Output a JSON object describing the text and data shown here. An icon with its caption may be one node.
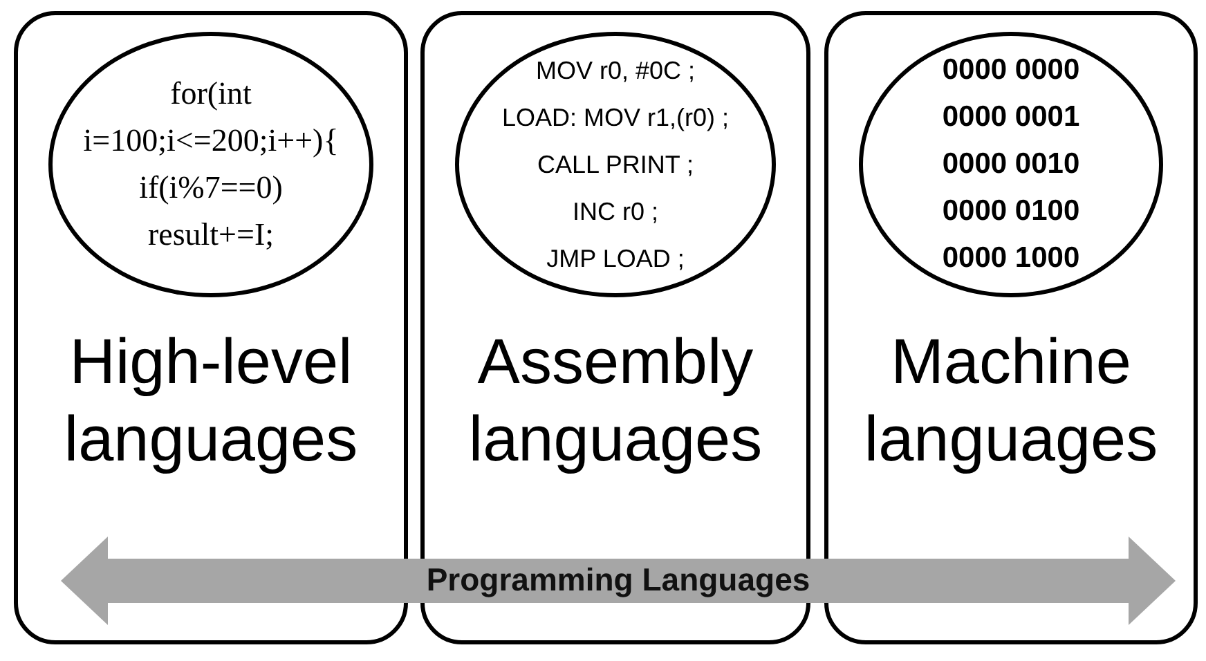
{
  "diagram": {
    "nodes": [
      {
        "text": [
          "High-level languages"
        ]
      },
      {
        "text": [
          "for(int",
          "i=100;i<=200;i++){",
          "if(i%7==0)",
          "result+=I;"
        ],
        "in": 0
      },
      {
        "text": [
          "Assembly languages"
        ]
      },
      {
        "text": [
          "MOV r0, #0C ;",
          "LOAD: MOV r1,(r0) ;",
          "CALL PRINT ;",
          "INC r0 ;",
          "JMP LOAD ;"
        ],
        "in": 2
      },
      {
        "text": [
          "Machine languages"
        ]
      },
      {
        "text": [
          "0000 0000",
          "0000 0001",
          "0000 0010",
          "0000 0100",
          "0000 1000"
        ],
        "in": 4
      },
      {
        "text": [
          "Programming Languages"
        ]
      }
    ],
    "edges": []
  }
}
